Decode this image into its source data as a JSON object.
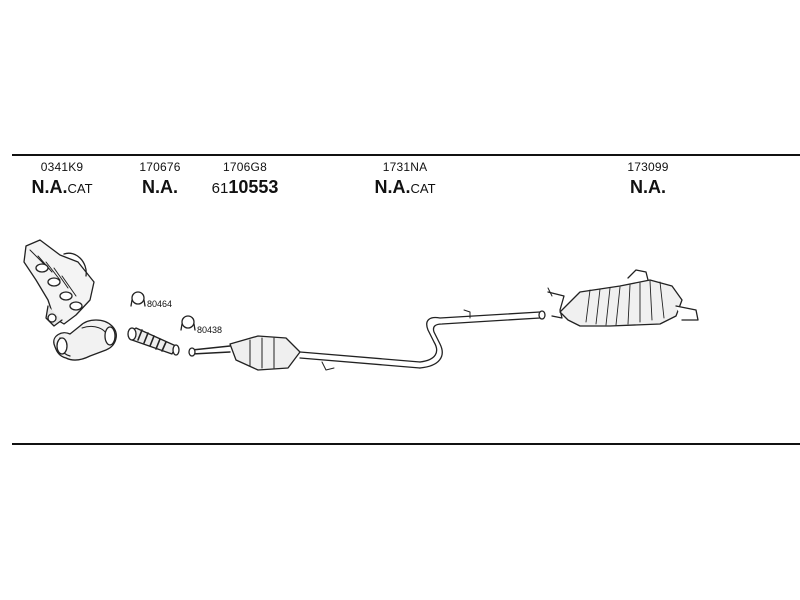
{
  "parts": [
    {
      "number": "0341K9",
      "status_main": "N.A.",
      "status_suffix": "CAT",
      "status_prefix": ""
    },
    {
      "number": "170676",
      "status_main": "N.A.",
      "status_suffix": "",
      "status_prefix": ""
    },
    {
      "number": "1706G8",
      "status_main": "10553",
      "status_suffix": "",
      "status_prefix": "61"
    },
    {
      "number": "1731NA",
      "status_main": "N.A.",
      "status_suffix": "CAT",
      "status_prefix": ""
    },
    {
      "number": "173099",
      "status_main": "N.A.",
      "status_suffix": "",
      "status_prefix": ""
    }
  ],
  "clamps": [
    {
      "number": "80464",
      "icon": "clamp-ring-icon"
    },
    {
      "number": "80438",
      "icon": "clamp-ring-icon"
    }
  ]
}
